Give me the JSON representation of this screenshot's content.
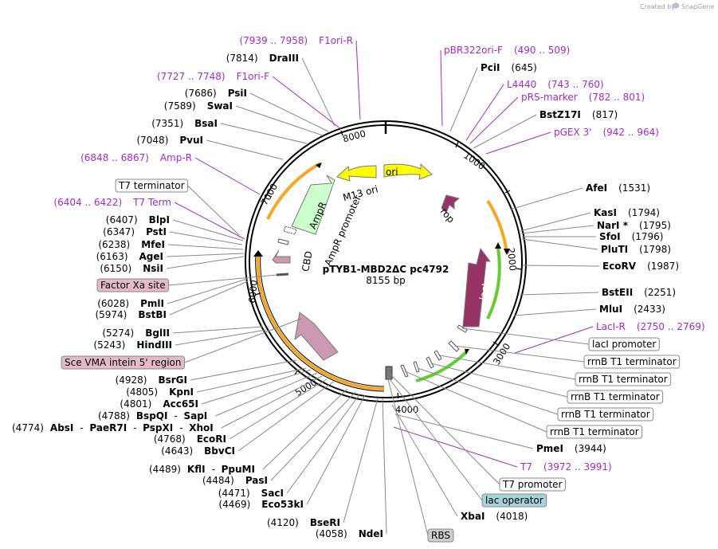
{
  "credit": {
    "created_by": "Created by",
    "brand": "SnapGene"
  },
  "plasmid": {
    "name": "pTYB1-MBD2ΔC pc4792",
    "size": "8155 bp"
  },
  "ticks": [
    "1000",
    "2000",
    "3000",
    "4000",
    "5000",
    "6000",
    "7000",
    "8000"
  ],
  "features": {
    "ori": "ori",
    "m13ori": "M13 ori",
    "rop": "rop",
    "lacI": "lacI",
    "ampr": "AmpR",
    "ampr_promoter": "AmpR promoter",
    "cbd": "CBD"
  },
  "labels_right": [
    {
      "id": "pbr322ori-f",
      "kind": "primer",
      "name": "pBR322ori-F",
      "pos": "(490 .. 509)"
    },
    {
      "id": "pcii",
      "kind": "enzyme",
      "name": "PciI",
      "pos": "(645)"
    },
    {
      "id": "l4440",
      "kind": "primer",
      "name": "L4440",
      "pos": "(743 .. 760)"
    },
    {
      "id": "prs-marker",
      "kind": "primer",
      "name": "pRS-marker",
      "pos": "(782 .. 801)"
    },
    {
      "id": "bstz17i",
      "kind": "enzyme",
      "name": "BstZ17I",
      "pos": "(817)"
    },
    {
      "id": "pgex3",
      "kind": "primer",
      "name": "pGEX 3'",
      "pos": "(942 .. 964)"
    },
    {
      "id": "afei",
      "kind": "enzyme",
      "name": "AfeI",
      "pos": "(1531)"
    },
    {
      "id": "kasi",
      "kind": "enzyme",
      "name": "KasI",
      "pos": "(1794)"
    },
    {
      "id": "nari",
      "kind": "enzyme",
      "name": "NarI *",
      "pos": "(1795)"
    },
    {
      "id": "sfoi",
      "kind": "enzyme",
      "name": "SfoI",
      "pos": "(1796)"
    },
    {
      "id": "pluti",
      "kind": "enzyme",
      "name": "PluTI",
      "pos": "(1798)"
    },
    {
      "id": "ecorv",
      "kind": "enzyme",
      "name": "EcoRV",
      "pos": "(1987)"
    },
    {
      "id": "bsteii",
      "kind": "enzyme",
      "name": "BstEII",
      "pos": "(2251)"
    },
    {
      "id": "mlui",
      "kind": "enzyme",
      "name": "MluI",
      "pos": "(2433)"
    },
    {
      "id": "laci-r",
      "kind": "primer",
      "name": "LacI-R",
      "pos": "(2750 .. 2769)"
    },
    {
      "id": "pmei",
      "kind": "enzyme",
      "name": "PmeI",
      "pos": "(3944)"
    },
    {
      "id": "t7",
      "kind": "primer",
      "name": "T7",
      "pos": "(3972 .. 3991)"
    },
    {
      "id": "xbai",
      "kind": "enzyme",
      "name": "XbaI",
      "pos": "(4018)"
    }
  ],
  "boxes_right": [
    {
      "id": "laci-promoter",
      "text": "lacI promoter"
    },
    {
      "id": "rrnb-1",
      "text": "rrnB T1 terminator"
    },
    {
      "id": "rrnb-2",
      "text": "rrnB T1 terminator"
    },
    {
      "id": "rrnb-3",
      "text": "rrnB T1 terminator"
    },
    {
      "id": "rrnb-4",
      "text": "rrnB T1 terminator"
    },
    {
      "id": "rrnb-5",
      "text": "rrnB T1 terminator"
    },
    {
      "id": "t7-promoter",
      "text": "T7 promoter"
    },
    {
      "id": "lac-operator",
      "text": "lac operator"
    },
    {
      "id": "rbs",
      "text": "RBS"
    }
  ],
  "labels_left": [
    {
      "id": "f1ori-r",
      "kind": "primer",
      "name": "F1ori-R",
      "pos": "(7939 .. 7958)"
    },
    {
      "id": "draiii",
      "kind": "enzyme",
      "name": "DraIII",
      "pos": "(7814)"
    },
    {
      "id": "f1ori-f",
      "kind": "primer",
      "name": "F1ori-F",
      "pos": "(7727 .. 7748)"
    },
    {
      "id": "psii",
      "kind": "enzyme",
      "name": "PsiI",
      "pos": "(7686)"
    },
    {
      "id": "swai",
      "kind": "enzyme",
      "name": "SwaI",
      "pos": "(7589)"
    },
    {
      "id": "bsai",
      "kind": "enzyme",
      "name": "BsaI",
      "pos": "(7351)"
    },
    {
      "id": "pvui",
      "kind": "enzyme",
      "name": "PvuI",
      "pos": "(7048)"
    },
    {
      "id": "amp-r",
      "kind": "primer",
      "name": "Amp-R",
      "pos": "(6848 .. 6867)"
    },
    {
      "id": "t7-term",
      "kind": "primer",
      "name": "T7 Term",
      "pos": "(6404 .. 6422)"
    },
    {
      "id": "blpi",
      "kind": "enzyme",
      "name": "BlpI",
      "pos": "(6407)"
    },
    {
      "id": "psti",
      "kind": "enzyme",
      "name": "PstI",
      "pos": "(6347)"
    },
    {
      "id": "mfei",
      "kind": "enzyme",
      "name": "MfeI",
      "pos": "(6238)"
    },
    {
      "id": "agei",
      "kind": "enzyme",
      "name": "AgeI",
      "pos": "(6163)"
    },
    {
      "id": "nsii",
      "kind": "enzyme",
      "name": "NsiI",
      "pos": "(6150)"
    },
    {
      "id": "pmli",
      "kind": "enzyme",
      "name": "PmlI",
      "pos": "(6028)"
    },
    {
      "id": "bstbi",
      "kind": "enzyme",
      "name": "BstBI",
      "pos": "(5974)"
    },
    {
      "id": "bglii",
      "kind": "enzyme",
      "name": "BglII",
      "pos": "(5274)"
    },
    {
      "id": "hindiii",
      "kind": "enzyme",
      "name": "HindIII",
      "pos": "(5243)"
    },
    {
      "id": "bsrgi",
      "kind": "enzyme",
      "name": "BsrGI",
      "pos": "(4928)"
    },
    {
      "id": "kpni",
      "kind": "enzyme",
      "name": "KpnI",
      "pos": "(4805)"
    },
    {
      "id": "acc65i",
      "kind": "enzyme",
      "name": "Acc65I",
      "pos": "(4801)"
    },
    {
      "id": "ecori",
      "kind": "enzyme",
      "name": "EcoRI",
      "pos": "(4768)"
    },
    {
      "id": "bbvci",
      "kind": "enzyme",
      "name": "BbvCI",
      "pos": "(4643)"
    },
    {
      "id": "pasi",
      "kind": "enzyme",
      "name": "PasI",
      "pos": "(4484)"
    },
    {
      "id": "saci",
      "kind": "enzyme",
      "name": "SacI",
      "pos": "(4471)"
    },
    {
      "id": "eco53ki",
      "kind": "enzyme",
      "name": "Eco53kI",
      "pos": "(4469)"
    },
    {
      "id": "bseri",
      "kind": "enzyme",
      "name": "BseRI",
      "pos": "(4120)"
    },
    {
      "id": "ndei",
      "kind": "enzyme",
      "name": "NdeI",
      "pos": "(4058)"
    }
  ],
  "multi_left": [
    {
      "id": "bspqi",
      "pos": "(4788)",
      "names": [
        "BspQI",
        "SapI"
      ]
    },
    {
      "id": "absi",
      "pos": "(4774)",
      "names": [
        "AbsI",
        "PaeR7I",
        "PspXI",
        "XhoI"
      ]
    },
    {
      "id": "kfli",
      "pos": "(4489)",
      "names": [
        "KflI",
        "PpuMI"
      ]
    }
  ],
  "boxes_left": [
    {
      "id": "t7-terminator",
      "text": "T7 terminator"
    },
    {
      "id": "factor-xa",
      "text": "Factor Xa site"
    },
    {
      "id": "sce-vma",
      "text": "Sce VMA intein 5' region"
    }
  ],
  "colors": {
    "primer": "#a329c9",
    "ori": "#ffff00",
    "rop_lacI": "#993366",
    "ampr": "#ccffcc",
    "intein": "#cc99b2",
    "orf_outline": "#f5a623",
    "lacI_orf": "#66cc33",
    "box_pink": "#e6b8cc",
    "box_blue": "#a6d2dc",
    "box_gray": "#cccccc"
  }
}
